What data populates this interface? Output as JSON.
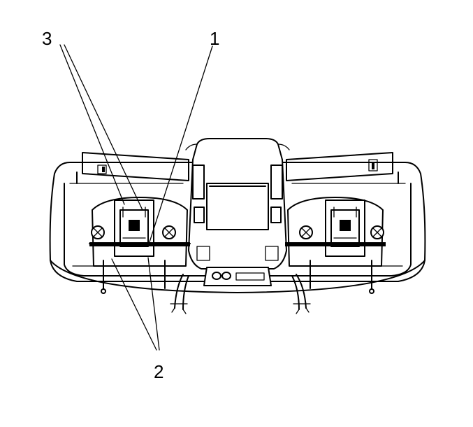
{
  "callouts": {
    "c1": "1",
    "c2": "2",
    "c3": "3"
  },
  "colors": {
    "ink": "#000000",
    "background": "#ffffff"
  }
}
